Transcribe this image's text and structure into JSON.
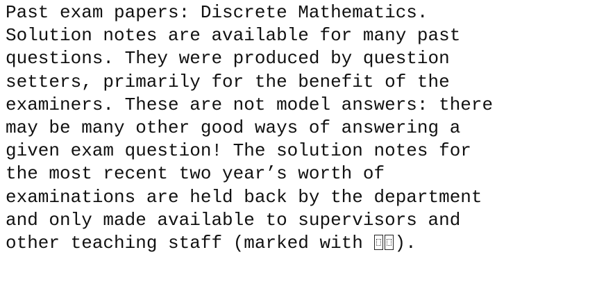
{
  "document": {
    "lines": [
      "Past exam papers: Discrete Mathematics.",
      "Solution notes are available for many past",
      "questions. They were produced by question",
      "setters, primarily for the benefit of the",
      "examiners. These are not model answers: there",
      "may be many other good ways of answering a",
      "given exam question! The solution notes for",
      "the most recent two year’s worth of",
      "examinations are held back by the department",
      "and only made available to supervisors and"
    ],
    "last_line_prefix": "other teaching staff (marked with ",
    "marker_icon": "missing-glyph-icon",
    "last_line_suffix": ")."
  }
}
